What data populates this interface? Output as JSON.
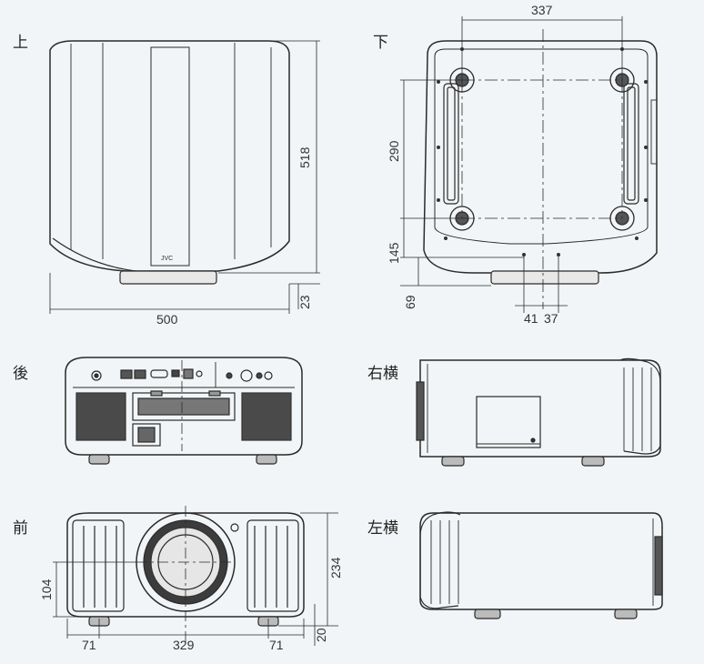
{
  "views": {
    "top": {
      "label": "上"
    },
    "bottom": {
      "label": "下"
    },
    "rear": {
      "label": "後"
    },
    "right": {
      "label": "右横"
    },
    "front": {
      "label": "前"
    },
    "left": {
      "label": "左横"
    }
  },
  "dimensions": {
    "top_width": "500",
    "top_depth": "518",
    "top_foot": "23",
    "bottom_foot_spacing": "337",
    "bottom_foot_depth": "290",
    "bottom_rear_offset": "145",
    "bottom_front_offset": "69",
    "bottom_center_left": "41",
    "bottom_center_right": "37",
    "front_left": "71",
    "front_center": "329",
    "front_right": "71",
    "front_lens_height": "104",
    "front_height": "234",
    "front_foot": "20"
  },
  "logo_text": "JVC"
}
